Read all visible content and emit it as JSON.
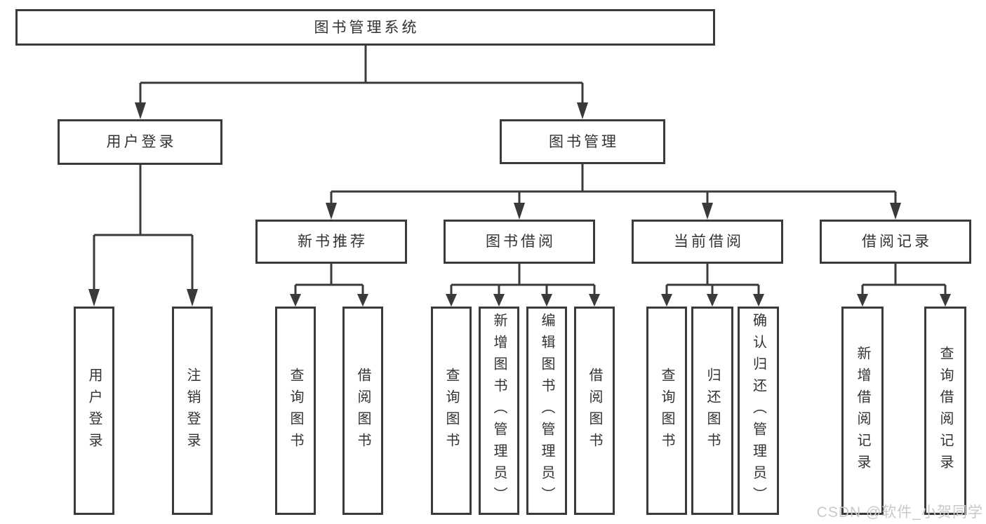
{
  "colors": {
    "line": "#3a3a3a",
    "text": "#333333",
    "box-bg": "#ffffff",
    "background": "#ffffff",
    "watermark": "#c9c9c9"
  },
  "nodes": {
    "root": {
      "label": "图书管理系统"
    },
    "user_login": {
      "label": "用户登录"
    },
    "book_mgmt": {
      "label": "图书管理"
    },
    "new_book_rec": {
      "label": "新书推荐"
    },
    "book_borrow": {
      "label": "图书借阅"
    },
    "current_borrow": {
      "label": "当前借阅"
    },
    "borrow_records": {
      "label": "借阅记录"
    },
    "leaf_user_login": {
      "label": "用户登录"
    },
    "leaf_logout": {
      "label": "注销登录"
    },
    "leaf_rec_query_book": {
      "label": "查询图书"
    },
    "leaf_rec_borrow_book": {
      "label": "借阅图书"
    },
    "leaf_bor_query_book": {
      "label": "查询图书"
    },
    "leaf_bor_add_book": {
      "label": "新增图书（管理员）"
    },
    "leaf_bor_edit_book": {
      "label": "编辑图书（管理员）"
    },
    "leaf_bor_borrow_book": {
      "label": "借阅图书"
    },
    "leaf_cur_query_book": {
      "label": "查询图书"
    },
    "leaf_cur_return_book": {
      "label": "归还图书"
    },
    "leaf_cur_confirm_return": {
      "label": "确认归还（管理员）"
    },
    "leaf_records_add": {
      "label": "新增借阅记录"
    },
    "leaf_records_query": {
      "label": "查询借阅记录"
    }
  },
  "watermark": {
    "text": "CSDN @软件_小贺同学"
  }
}
